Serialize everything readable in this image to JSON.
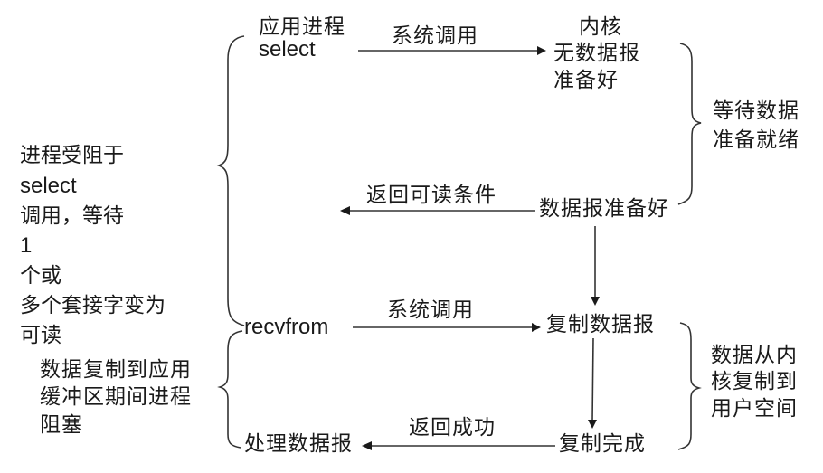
{
  "diagram": {
    "title": "",
    "nodes": {
      "app_process": {
        "line1": "应用进程",
        "line2": "select"
      },
      "kernel_no_data": {
        "line1": "内核",
        "line2": "无数据报",
        "line3": "准备好"
      },
      "datagram_ready": {
        "text": "数据报准备好"
      },
      "recvfrom": {
        "text": "recvfrom"
      },
      "copy_datagram": {
        "text": "复制数据报"
      },
      "copy_complete": {
        "text": "复制完成"
      },
      "process_datagram": {
        "text": "处理数据报"
      }
    },
    "edges": {
      "syscall_1": {
        "label": "系统调用",
        "from": "app_process",
        "to": "kernel_no_data"
      },
      "return_readable": {
        "label": "返回可读条件",
        "from": "datagram_ready",
        "to": "app_process"
      },
      "ready_to_copy": {
        "label": "",
        "from": "datagram_ready",
        "to": "copy_datagram"
      },
      "syscall_2": {
        "label": "系统调用",
        "from": "recvfrom",
        "to": "copy_datagram"
      },
      "copy_to_complete": {
        "label": "",
        "from": "copy_datagram",
        "to": "copy_complete"
      },
      "return_success": {
        "label": "返回成功",
        "from": "copy_complete",
        "to": "process_datagram"
      }
    },
    "annotations": {
      "blocked_on_select": {
        "part1": "进程受阻于",
        "keyword": "select",
        "line2_a": "调用，等待",
        "line2_num": "1",
        "line2_b": "个或",
        "line3": "多个套接字变为",
        "line4": "可读"
      },
      "wait_data_ready": {
        "line1": "等待数据",
        "line2": "准备就绪"
      },
      "blocked_during_copy": {
        "line1": "数据复制到应用",
        "line2": "缓冲区期间进程",
        "line3": "阻塞"
      },
      "copy_kernel_to_user": {
        "line1": "数据从内",
        "line2": "核复制到",
        "line3": "用户空间"
      }
    }
  }
}
